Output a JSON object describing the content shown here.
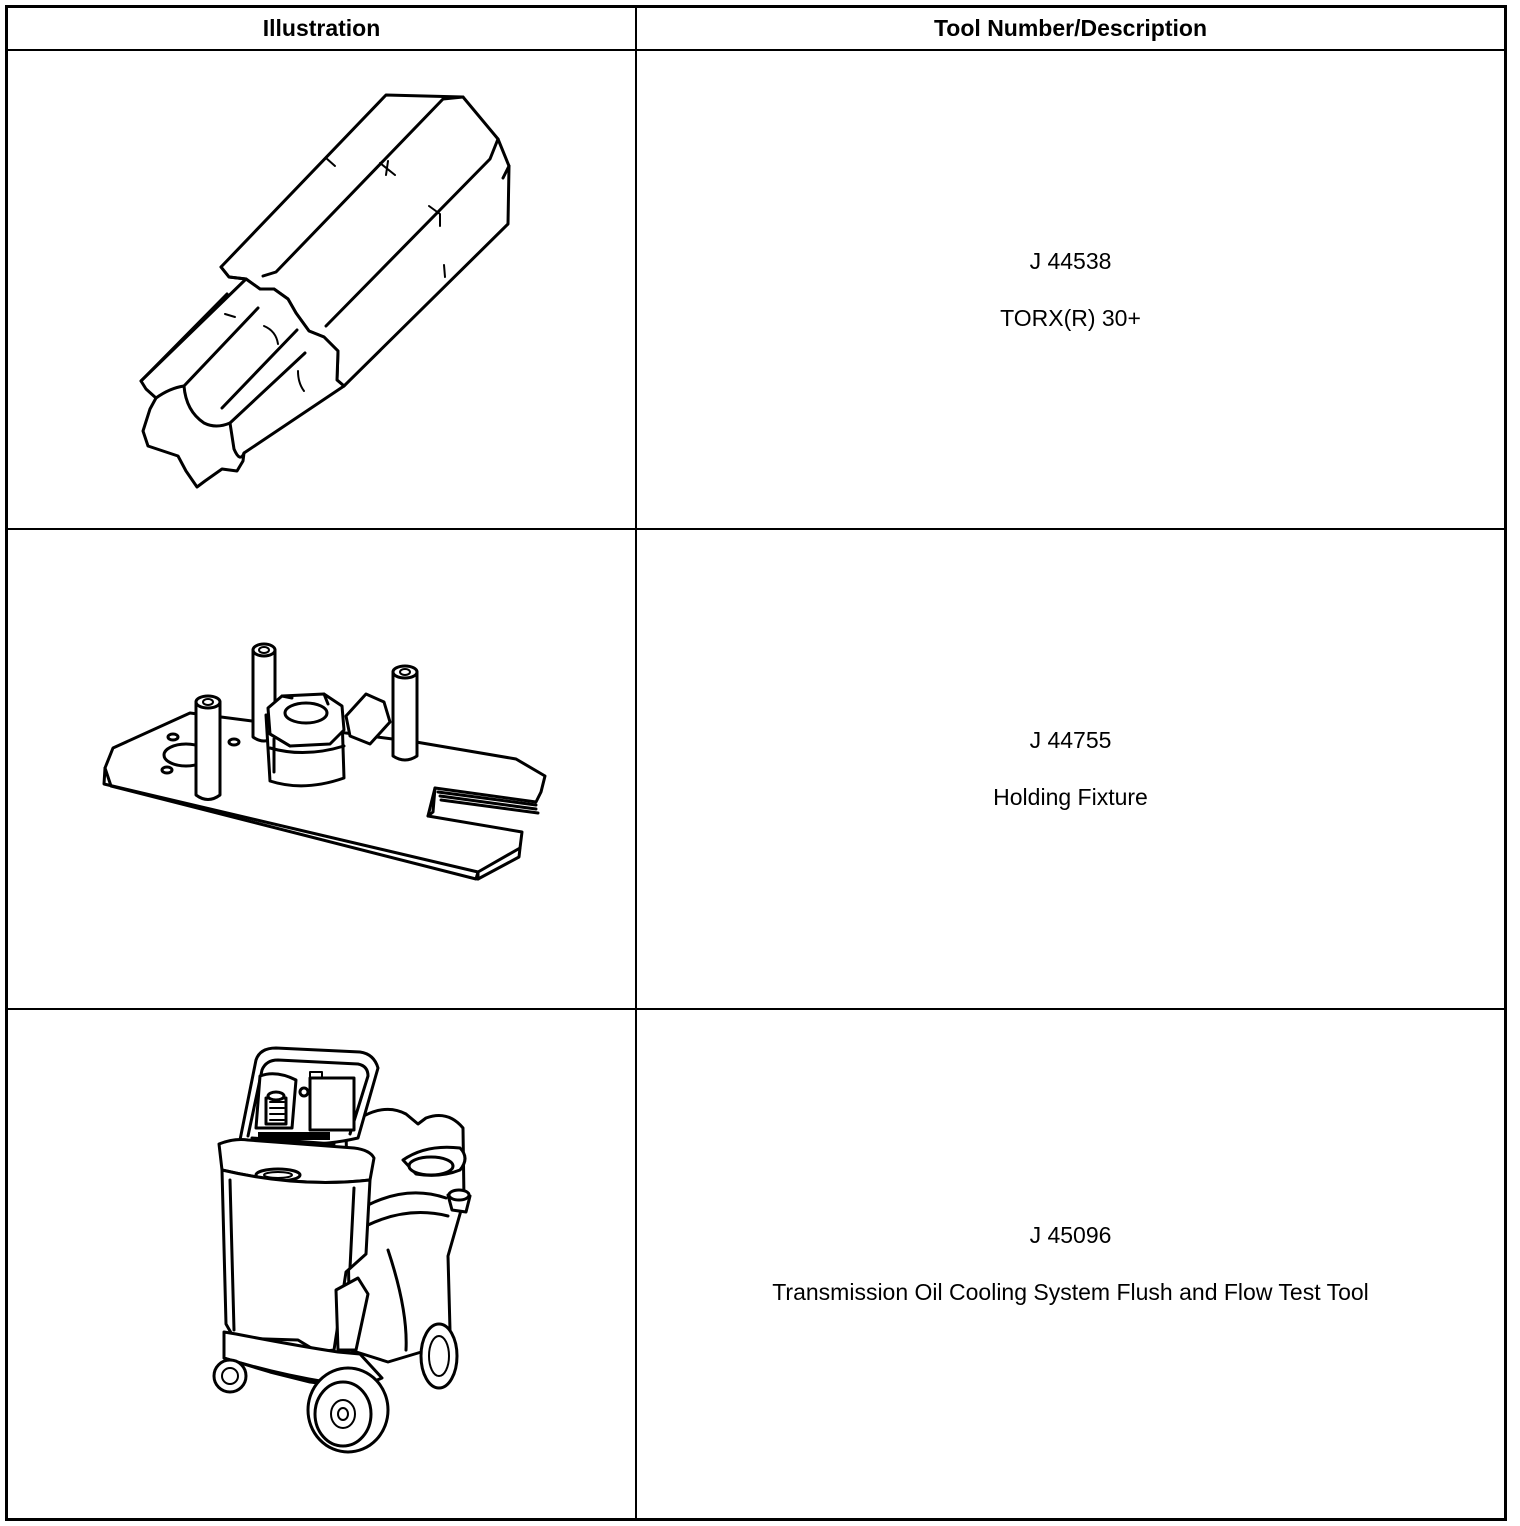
{
  "table": {
    "header": {
      "illustration": "Illustration",
      "tool_number_description": "Tool Number/Description"
    },
    "rows": [
      {
        "tool_number": "J 44538",
        "description": "TORX(R) 30+",
        "illustration_icon": "torx-bit-icon"
      },
      {
        "tool_number": "J 44755",
        "description": "Holding Fixture",
        "illustration_icon": "holding-fixture-icon"
      },
      {
        "tool_number": "J 45096",
        "description": "Transmission Oil Cooling System Flush and Flow Test Tool",
        "illustration_icon": "flush-machine-icon"
      }
    ]
  }
}
